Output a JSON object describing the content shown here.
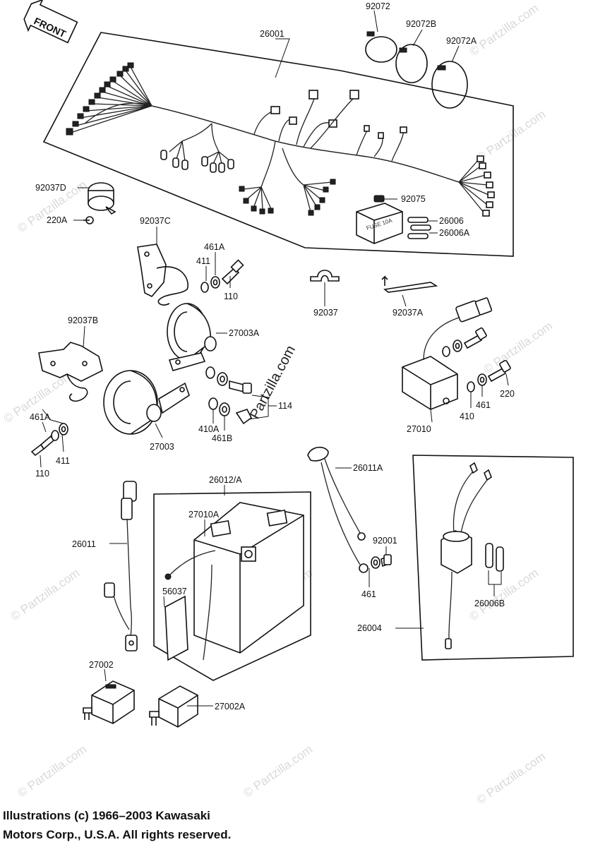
{
  "front_tag": "FRONT",
  "labels": {
    "p26001": "26001",
    "p92072": "92072",
    "p92072B": "92072B",
    "p92072A": "92072A",
    "p92037D": "92037D",
    "p220A": "220A",
    "p92075": "92075",
    "p26006": "26006",
    "p26006A": "26006A",
    "p92037C": "92037C",
    "p461A_top": "461A",
    "p411_top": "411",
    "p110_top": "110",
    "p92037": "92037",
    "p92037A": "92037A",
    "p27003A": "27003A",
    "p92037B": "92037B",
    "p114": "114",
    "p410A": "410A",
    "p461B": "461B",
    "p27003": "27003",
    "p461A_left": "461A",
    "p411_left": "411",
    "p110_left": "110",
    "p410": "410",
    "p461": "461",
    "p220": "220",
    "p27010": "27010",
    "p26012A": "26012/A",
    "p27010A": "27010A",
    "p26011": "26011",
    "p56037": "56037",
    "p26011A": "26011A",
    "p92001": "92001",
    "p461_bottom": "461",
    "p26006B": "26006B",
    "p26004": "26004",
    "p27002": "27002",
    "p27002A": "27002A"
  },
  "watermark": "Partzilla.com",
  "watermark_small": "© Partzilla.com",
  "copyright_line1": "Illustrations (c) 1966–2003 Kawasaki",
  "copyright_line2": "Motors Corp., U.S.A.  All rights reserved.",
  "fuse_box_text": "FUSE 10A"
}
